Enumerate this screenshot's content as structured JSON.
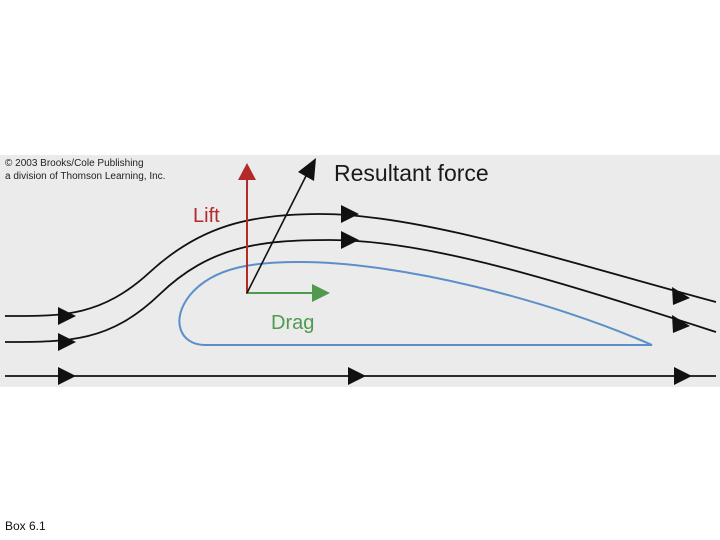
{
  "copyright": {
    "line1": "© 2003 Brooks/Cole Publishing",
    "line2": "a division of Thomson Learning, Inc."
  },
  "labels": {
    "resultant": "Resultant force",
    "lift": "Lift",
    "drag": "Drag"
  },
  "caption": "Box 6.1",
  "colors": {
    "lift": "#b22a2a",
    "drag": "#4f9a4f",
    "airfoil": "#5b8fc9",
    "streamline": "#111111",
    "panel": "#ebebeb"
  }
}
